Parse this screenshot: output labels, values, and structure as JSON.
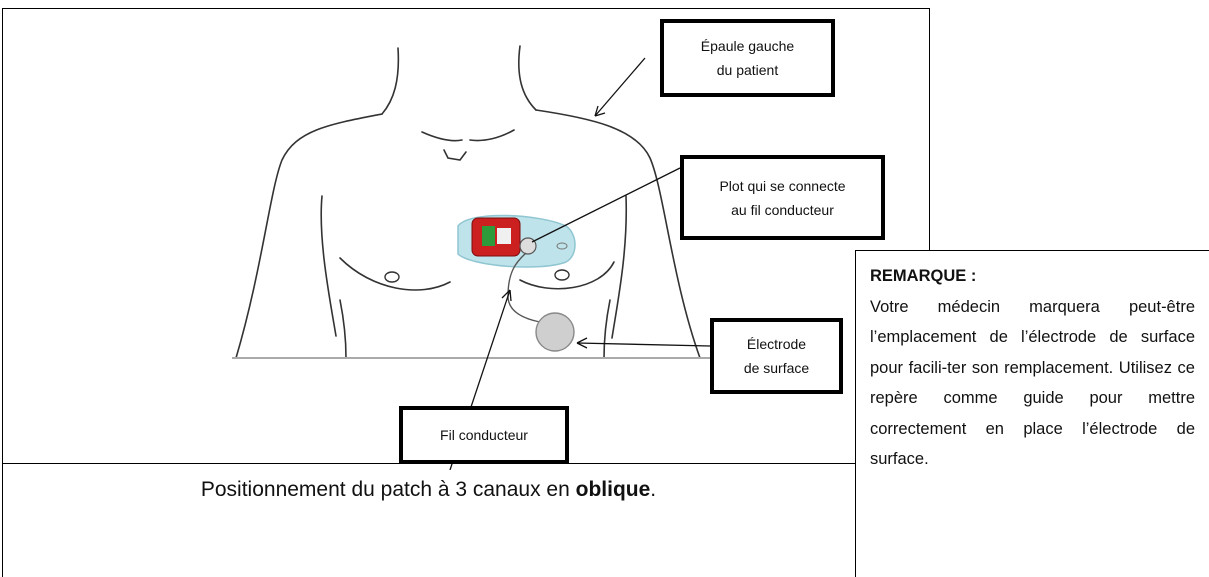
{
  "figure": {
    "callouts": {
      "shoulder": "Épaule gauche\ndu patient",
      "plug": "Plot qui se connecte\nau fil conducteur",
      "electrode": "Électrode\nde surface",
      "wire": "Fil conducteur"
    },
    "caption_prefix": "Positionnement du patch à 3 canaux en ",
    "caption_bold": "oblique",
    "caption_suffix": ".",
    "device_color": "#cc1f1f",
    "patch_color": "#bfe3ea"
  },
  "note": {
    "title": "REMARQUE :",
    "body": "Votre médecin marquera peut-être l’emplacement de l’électrode de surface pour facili-ter son remplacement. Utilisez ce repère comme guide pour mettre correctement en place l’électrode de surface."
  }
}
